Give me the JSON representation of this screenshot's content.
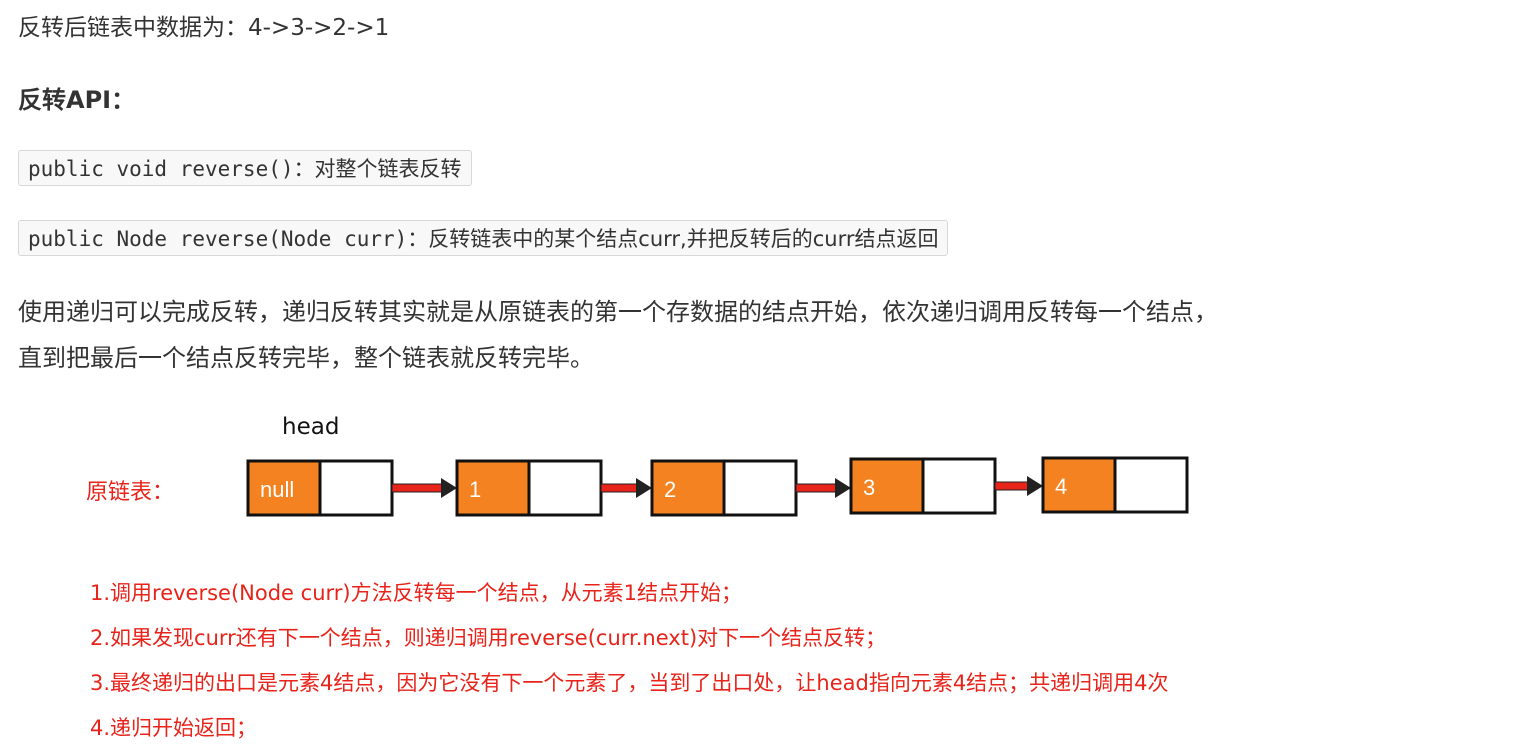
{
  "text": {
    "line1": "反转后链表中数据为：4->3->2->1",
    "heading": "反转API：",
    "code1": {
      "code": "public void reverse()",
      "desc": "：对整个链表反转"
    },
    "code2": {
      "code": "public Node reverse(Node curr)",
      "desc": "：反转链表中的某个结点curr,并把反转后的curr结点返回"
    },
    "para_line1": "使用递归可以完成反转，递归反转其实就是从原链表的第一个存数据的结点开始，依次递归调用反转每一个结点，",
    "para_line2": "直到把最后一个结点反转完毕，整个链表就反转完毕。"
  },
  "diagram": {
    "head_label": "head",
    "list_label": "原链表：",
    "nodes": [
      "null",
      "1",
      "2",
      "3",
      "4"
    ]
  },
  "steps": [
    "1.调用reverse(Node curr)方法反转每一个结点，从元素1结点开始；",
    "2.如果发现curr还有下一个结点，则递归调用reverse(curr.next)对下一个结点反转；",
    "3.最终递归的出口是元素4结点，因为它没有下一个元素了，当到了出口处，让head指向元素4结点；共递归调用4次",
    "4.递归开始返回；"
  ],
  "colors": {
    "node_fill": "#f58220",
    "arrow": "#e8231a",
    "step_text": "#e8231a"
  }
}
